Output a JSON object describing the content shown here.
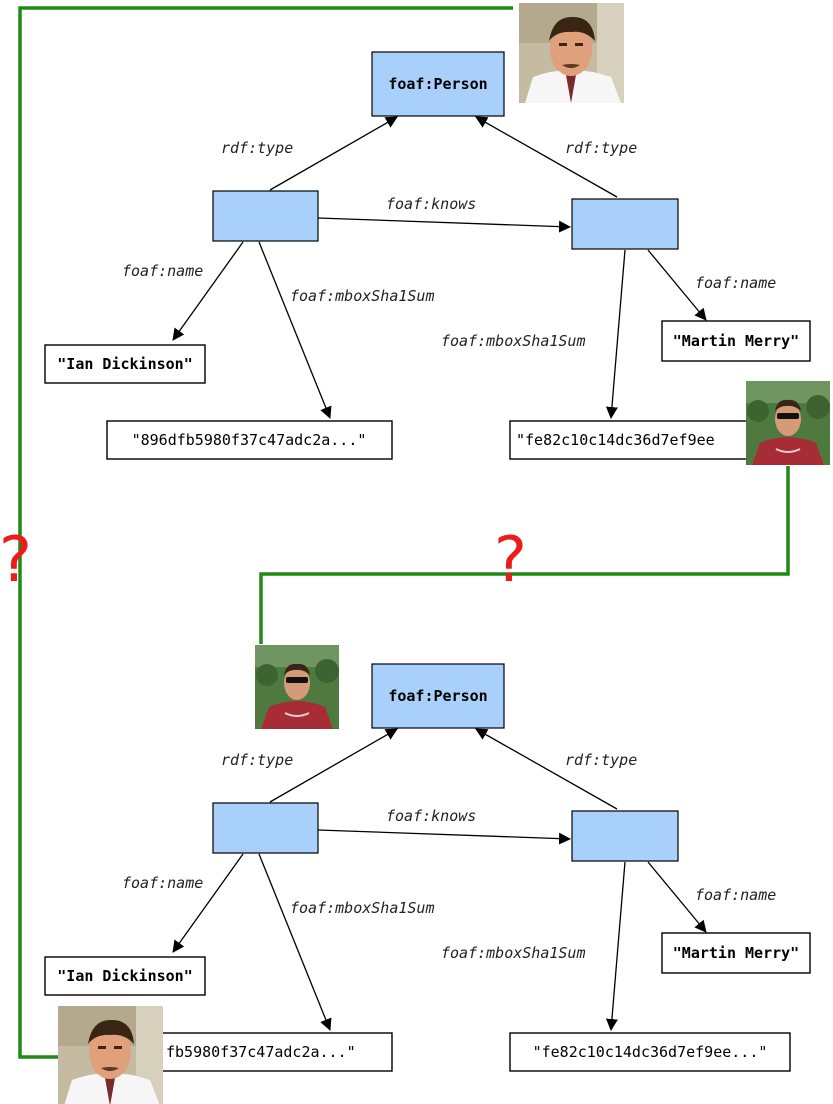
{
  "colors": {
    "resource_fill": "#a8d0fb",
    "link_line": "#1f8a17",
    "question_mark": "#ee1b1b"
  },
  "graphs": [
    {
      "class_node": "foaf:Person",
      "edges": {
        "type_left": "rdf:type",
        "type_right": "rdf:type",
        "knows": "foaf:knows",
        "name_left": "foaf:name",
        "sha_left": "foaf:mboxSha1Sum",
        "sha_right": "foaf:mboxSha1Sum",
        "name_right": "foaf:name"
      },
      "literals": {
        "name_left": "\"Ian Dickinson\"",
        "sha_left": "\"896dfb5980f37c47adc2a...\"",
        "name_right": "\"Martin Merry\"",
        "sha_right": "\"fe82c10c14dc36d7ef9ee"
      }
    },
    {
      "class_node": "foaf:Person",
      "edges": {
        "type_left": "rdf:type",
        "type_right": "rdf:type",
        "knows": "foaf:knows",
        "name_left": "foaf:name",
        "sha_left": "foaf:mboxSha1Sum",
        "sha_right": "foaf:mboxSha1Sum",
        "name_right": "foaf:name"
      },
      "literals": {
        "name_left": "\"Ian Dickinson\"",
        "sha_left": "fb5980f37c47adc2a...\"",
        "name_right": "\"Martin Merry\"",
        "sha_right": "\"fe82c10c14dc36d7ef9ee...\""
      }
    }
  ],
  "question_marks": [
    "?",
    "?"
  ],
  "photos": [
    "ian-photo",
    "martin-photo",
    "martin-photo",
    "ian-photo"
  ]
}
